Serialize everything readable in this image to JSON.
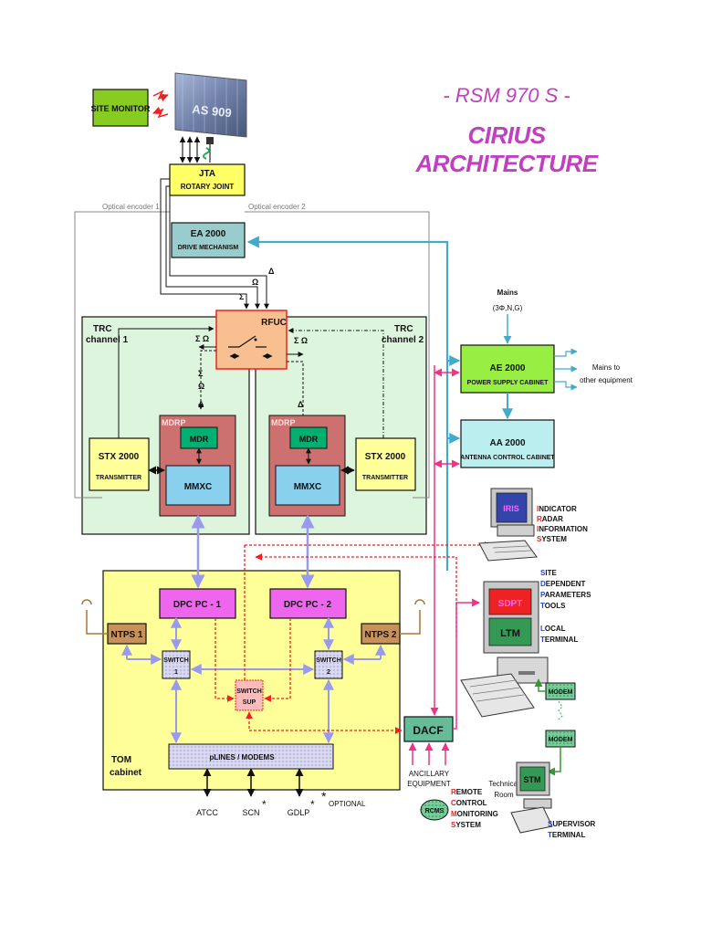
{
  "title": {
    "line1": "- RSM 970 S -",
    "line2": "CIRIUS ARCHITECTURE"
  },
  "antenna": {
    "site_monitor": "SITE MONITOR",
    "antenna_label": "AS 909",
    "jta": "JTA",
    "rotary_joint": "ROTARY JOINT",
    "optical_encoder_1": "Optical encoder 1",
    "optical_encoder_2": "Optical encoder 2",
    "ea2000": "EA 2000",
    "drive_mechanism": "DRIVE MECHANISM"
  },
  "trc": {
    "trc1_line1": "TRC",
    "trc1_line2": "channel 1",
    "trc2_line1": "TRC",
    "trc2_line2": "channel 2",
    "rfuc": "RFUC",
    "mdrp": "MDRP",
    "mdr": "MDR",
    "mmxc": "MMXC",
    "stx": "STX 2000",
    "transmitter": "TRANSMITTER",
    "sigma": "Σ",
    "omega": "Ω",
    "delta": "Δ",
    "sigma_omega": "Σ Ω"
  },
  "power": {
    "mains": "Mains",
    "mains_phase": "(3Φ,N,G)",
    "ae2000": "AE 2000",
    "power_supply_cabinet": "POWER SUPPLY CABINET",
    "mains_to_line1": "Mains to",
    "mains_to_line2": "other equipment",
    "aa2000": "AA 2000",
    "antenna_control_cabinet": "ANTENNA CONTROL CABINET"
  },
  "tom": {
    "dpc1": "DPC PC - 1",
    "dpc2": "DPC PC - 2",
    "ntps1": "NTPS 1",
    "ntps2": "NTPS 2",
    "switch1_line1": "SWITCH",
    "switch1_line2": "1",
    "switch2_line1": "SWITCH",
    "switch2_line2": "2",
    "switch_sup_line1": "SWITCH",
    "switch_sup_line2": "SUP",
    "plines": "pLINES / MODEMS",
    "tom_line1": "TOM",
    "tom_line2": "cabinet",
    "atcc": "ATCC",
    "scn": "SCN",
    "gdlp": "GDLP",
    "asterisk": "*",
    "optional": "OPTIONAL"
  },
  "terminals": {
    "iris_screen": "IRIS",
    "iris_words": [
      {
        "initial": "I",
        "rest": "NDICATOR"
      },
      {
        "initial": "R",
        "rest": "ADAR"
      },
      {
        "initial": "I",
        "rest": "NFORMATION"
      },
      {
        "initial": "S",
        "rest": "YSTEM"
      }
    ],
    "sdpt_screen": "SDPT",
    "ltm_screen": "LTM",
    "sdpt_words": [
      {
        "initial": "S",
        "rest": "ITE"
      },
      {
        "initial": "D",
        "rest": "EPENDENT"
      },
      {
        "initial": "P",
        "rest": "ARAMETERS"
      },
      {
        "initial": "T",
        "rest": "OOLS"
      }
    ],
    "ltm_words": [
      {
        "initial": "L",
        "rest": "OCAL"
      },
      {
        "initial": "T",
        "rest": "ERMINAL"
      }
    ],
    "modem": "MODEM",
    "dacf": "DACF",
    "ancillary_line1": "ANCILLARY",
    "ancillary_line2": "EQUIPMENT",
    "rcms_badge": "RCMS",
    "rcms_words": [
      {
        "initial": "R",
        "rest": "EMOTE"
      },
      {
        "initial": "C",
        "rest": "ONTROL"
      },
      {
        "initial": "M",
        "rest": "ONITORING"
      },
      {
        "initial": "S",
        "rest": "YSTEM"
      }
    ],
    "technical_room_line1": "Technical",
    "technical_room_line2": "Room",
    "stm_screen": "STM",
    "stm_words": [
      {
        "initial": "S",
        "rest": "UPERVISOR"
      },
      {
        "initial": "T",
        "rest": "ERMINAL"
      }
    ]
  },
  "colors": {
    "title": "#c040c0",
    "trc_fill": "#ddf5dd",
    "tom_fill": "#ffff99",
    "rfuc_fill": "#f8c090",
    "mdrp_fill": "#cc7070",
    "mdr_fill": "#00b070",
    "mmxc_fill": "#88d0ee",
    "dpc_fill": "#ee66ee",
    "ntps_fill": "#c8905a",
    "ae_fill": "#99ee44",
    "aa_fill": "#bbeeee",
    "dacf_fill": "#66bb99",
    "red_link": "#ee2222",
    "teal_link": "#44aacc",
    "pink_link": "#ee3388",
    "lavender_link": "#9999ee",
    "green_link": "#339933"
  }
}
